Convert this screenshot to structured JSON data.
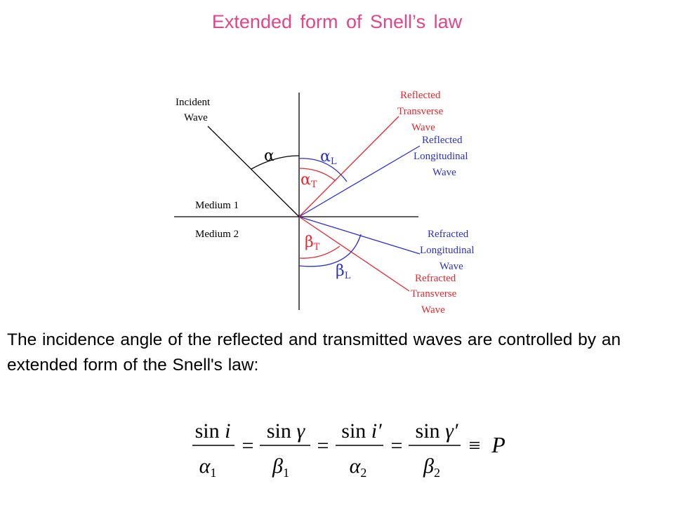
{
  "title": "Extended form of Snell’s law",
  "diagram": {
    "incident_wave": [
      "Incident",
      "Wave"
    ],
    "medium_1": "Medium 1",
    "medium_2": "Medium 2",
    "reflected_transverse": [
      "Reflected",
      "Transverse",
      "Wave"
    ],
    "reflected_longitudinal": [
      "Reflected",
      "Longitudinal",
      "Wave"
    ],
    "refracted_longitudinal": [
      "Refracted",
      "Longitudinal",
      "Wave"
    ],
    "refracted_transverse": [
      "Refracted",
      "Transverse",
      "Wave"
    ],
    "angles": {
      "alpha": "α",
      "alpha_l": {
        "base": "α",
        "sub": "L"
      },
      "alpha_t": {
        "base": "α",
        "sub": "T"
      },
      "beta_t": {
        "base": "β",
        "sub": "T"
      },
      "beta_l": {
        "base": "β",
        "sub": "L"
      }
    },
    "colors": {
      "red": "#e8262c",
      "blue": "#2b2fd0",
      "black": "#000000"
    }
  },
  "paragraph": "The incidence angle of the reflected and transmitted waves are controlled by an extended form of the Snell's law:",
  "formula": {
    "terms": [
      {
        "num_fn": "sin",
        "num_var": "i",
        "den": "α",
        "den_sub": "1"
      },
      {
        "num_fn": "sin",
        "num_var": "γ",
        "den": "β",
        "den_sub": "1"
      },
      {
        "num_fn": "sin",
        "num_var": "i′",
        "den": "α",
        "den_sub": "2"
      },
      {
        "num_fn": "sin",
        "num_var": "γ′",
        "den": "β",
        "den_sub": "2"
      }
    ],
    "equals": "=",
    "identical": "≡",
    "result": "P"
  }
}
